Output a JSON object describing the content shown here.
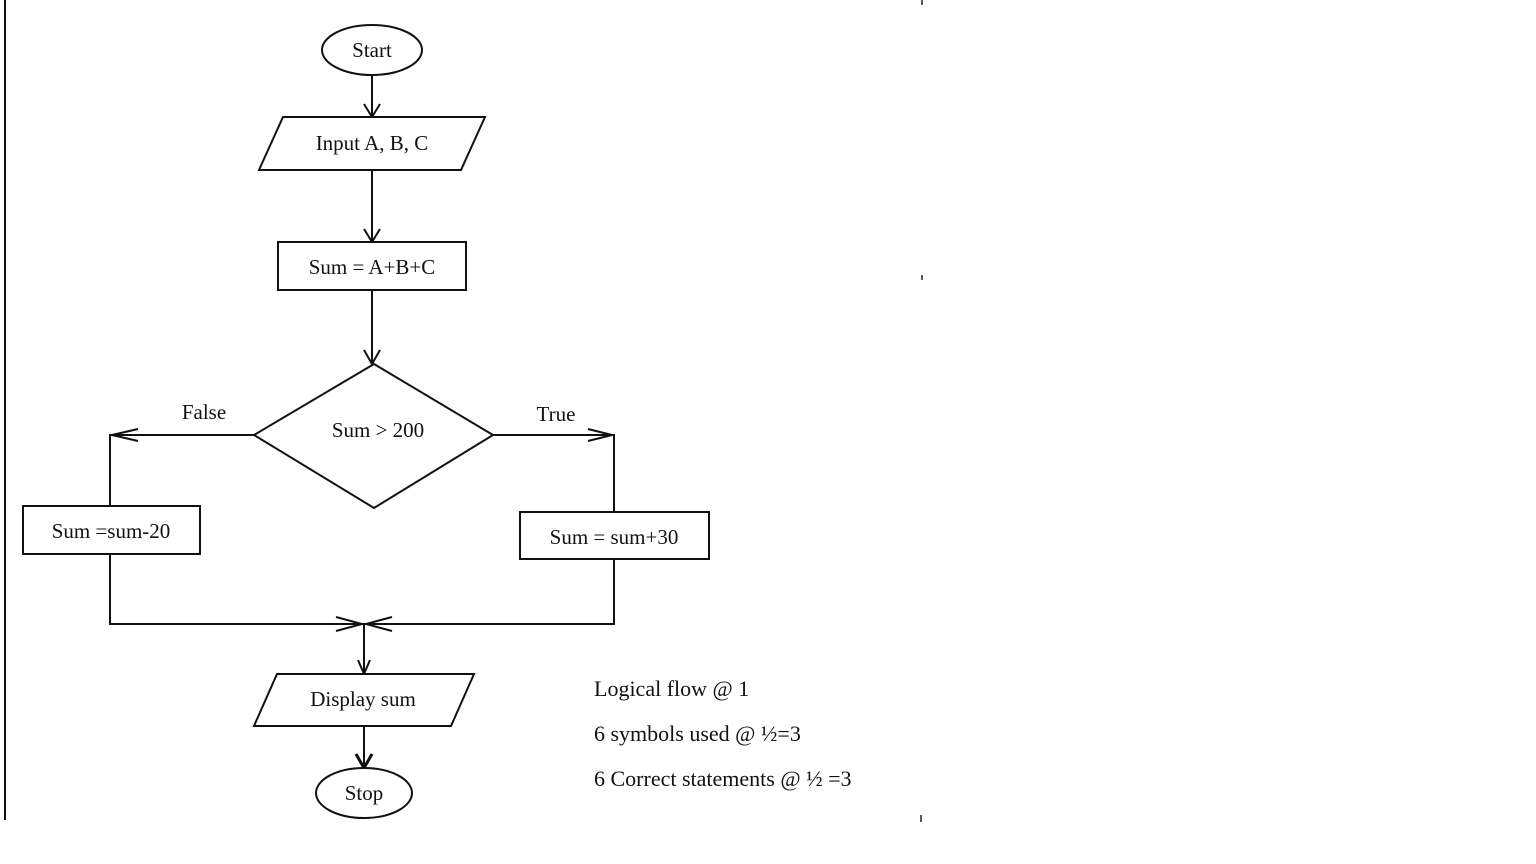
{
  "diagram": {
    "type": "flowchart",
    "nodes": {
      "start": {
        "shape": "terminator",
        "label": "Start"
      },
      "input": {
        "shape": "input-output",
        "label": "Input A, B, C"
      },
      "compute": {
        "shape": "process",
        "label": "Sum = A+B+C"
      },
      "decision": {
        "shape": "decision",
        "label": "Sum > 200"
      },
      "false_process": {
        "shape": "process",
        "label": "Sum =sum-20"
      },
      "true_process": {
        "shape": "process",
        "label": "Sum = sum+30"
      },
      "display": {
        "shape": "input-output",
        "label": "Display sum"
      },
      "stop": {
        "shape": "terminator",
        "label": "Stop"
      }
    },
    "edges": [
      {
        "from": "start",
        "to": "input",
        "label": ""
      },
      {
        "from": "input",
        "to": "compute",
        "label": ""
      },
      {
        "from": "compute",
        "to": "decision",
        "label": ""
      },
      {
        "from": "decision",
        "to": "false_process",
        "label": "False"
      },
      {
        "from": "decision",
        "to": "true_process",
        "label": "True"
      },
      {
        "from": "false_process",
        "to": "display",
        "label": ""
      },
      {
        "from": "true_process",
        "to": "display",
        "label": ""
      },
      {
        "from": "display",
        "to": "stop",
        "label": ""
      }
    ],
    "branch_labels": {
      "false": "False",
      "true": "True"
    }
  },
  "marking_notes": [
    "Logical flow @ 1",
    "6 symbols used @ ½=3",
    "6 Correct statements @ ½ =3"
  ]
}
